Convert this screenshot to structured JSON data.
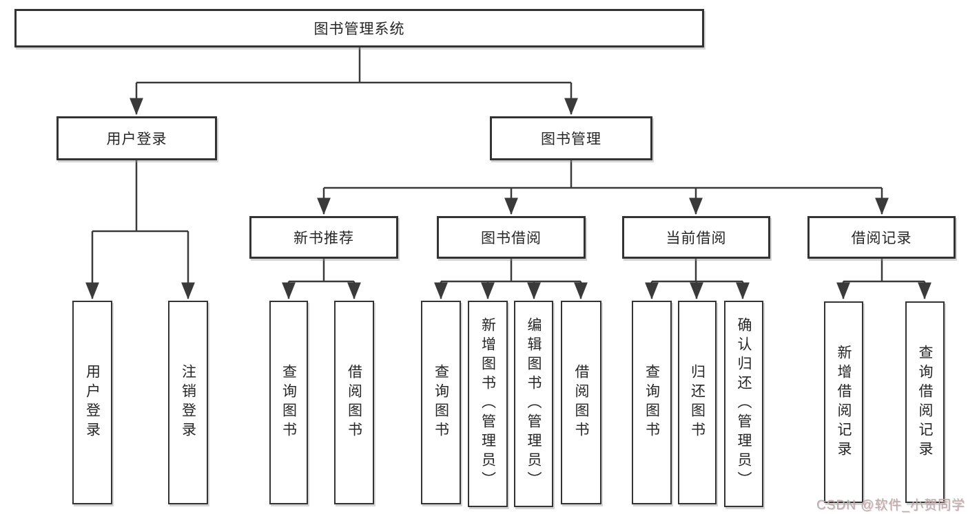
{
  "diagram": {
    "root": "图书管理系统",
    "level2": [
      "用户登录",
      "图书管理"
    ],
    "level3": [
      "新书推荐",
      "图书借阅",
      "当前借阅",
      "借阅记录"
    ],
    "leaves": {
      "user_login": [
        "用户登录",
        "注销登录"
      ],
      "new_book": [
        "查询图书",
        "借阅图书"
      ],
      "book_borrow": [
        "查询图书",
        "新增图书（管理员）",
        "编辑图书（管理员）",
        "借阅图书"
      ],
      "current_borrow": [
        "查询图书",
        "归还图书",
        "确认归还（管理员）"
      ],
      "borrow_record": [
        "新增借阅记录",
        "查询借阅记录"
      ]
    }
  },
  "watermark": "CSDN @软件_小贺同学",
  "colors": {
    "line": "#3a3a3a",
    "border": "#333333",
    "text": "#262626",
    "watermark": "#b2b2b2",
    "background": "#ffffff"
  }
}
